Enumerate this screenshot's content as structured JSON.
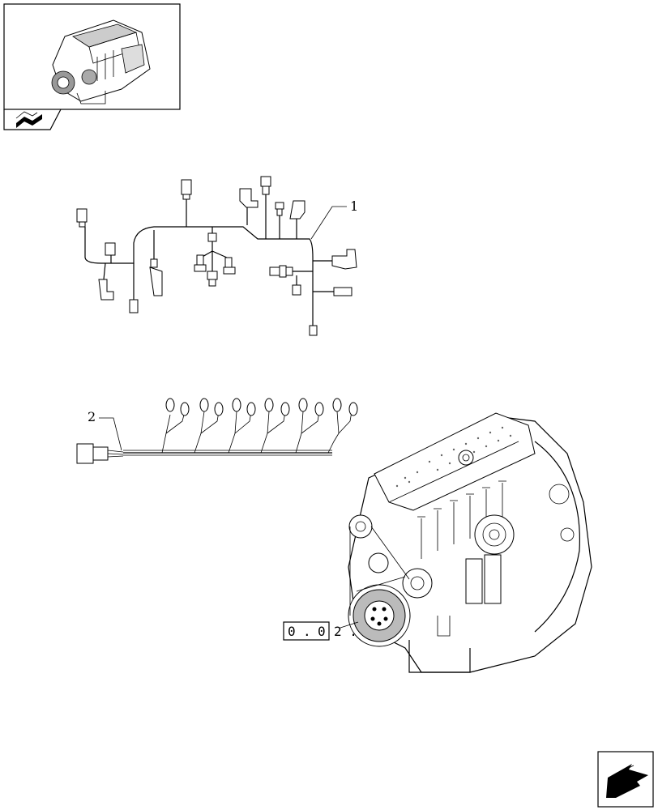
{
  "callouts": {
    "item1": "1",
    "item2": "2"
  },
  "reference": {
    "boxed_digits": [
      "0",
      ".",
      "0"
    ],
    "suffix": "2 ."
  },
  "icons": {
    "thumbnail": "engine-thumbnail-icon",
    "tab": "book-pages-icon",
    "nav": "next-page-arrow-icon"
  }
}
